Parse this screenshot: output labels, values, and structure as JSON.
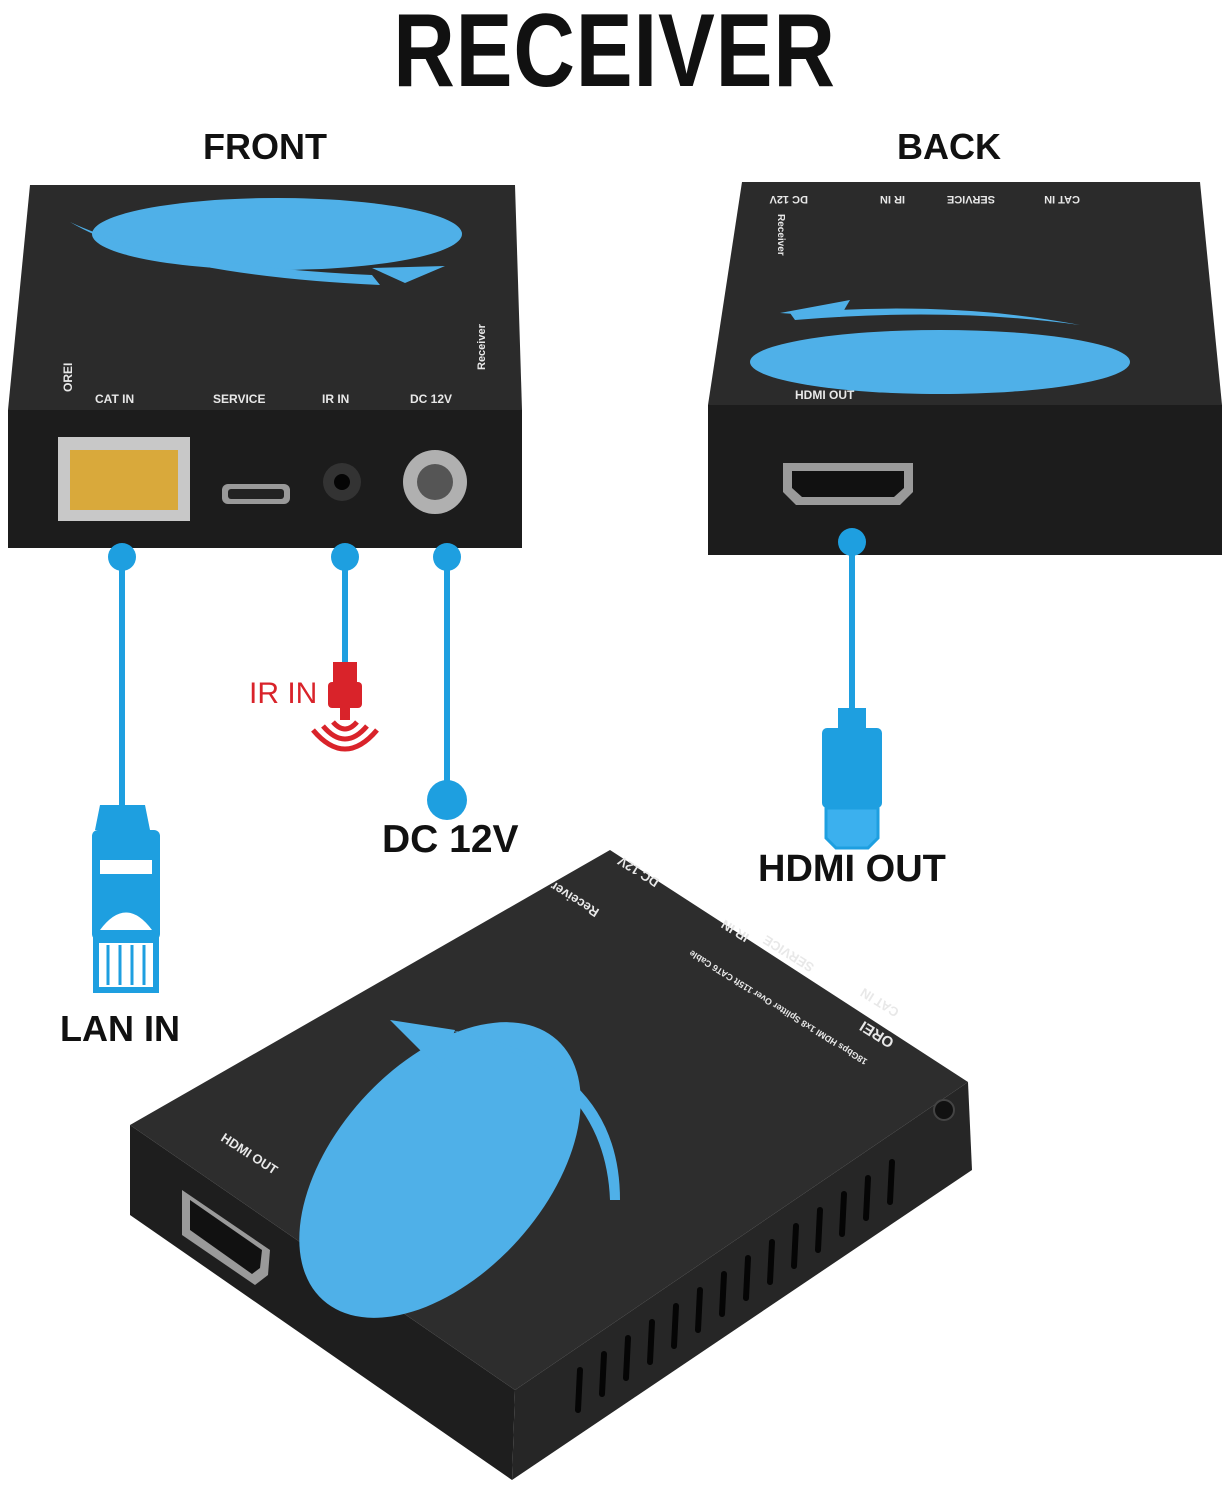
{
  "title": "RECEIVER",
  "views": {
    "front": "FRONT",
    "back": "BACK"
  },
  "callouts": {
    "ir_in": "IR IN",
    "dc_12v": "DC 12V",
    "lan_in": "LAN IN",
    "hdmi_out": "HDMI OUT"
  },
  "device_labels": {
    "cat_in": "CAT IN",
    "service": "SERVICE",
    "ir_in": "IR IN",
    "dc_12v": "DC 12V",
    "hdmi_out": "HDMI OUT",
    "receiver": "Receiver",
    "brand": "OREI",
    "description": "18Gbps HDMI 1x8 Splitter Over 115ft CAT6 Cable"
  },
  "colors": {
    "accent_blue": "#1e9fe0",
    "device_blue": "#4fb0e8",
    "ir_red": "#d9232a",
    "device_body": "#2a2a2a"
  },
  "icons": [
    "rj45-plug-icon",
    "ir-plug-icon",
    "ir-signal-icon",
    "hdmi-plug-icon",
    "dc-plug-icon"
  ]
}
